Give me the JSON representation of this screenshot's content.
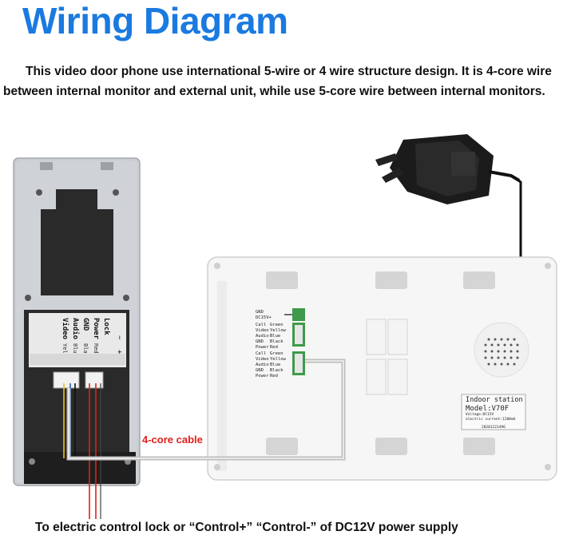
{
  "title": "Wiring Diagram",
  "intro": "This video door phone use international 5-wire or 4 wire structure design. It is 4-core wire between internal monitor and external unit, while use 5-core wire between internal monitors.",
  "cable_label": "4-core cable",
  "caption": "To electric control lock or “Control+” “Control-” of DC12V power supply",
  "outdoor_unit": {
    "terminal_labels": [
      "Lock",
      "Power",
      "GND",
      "Audio",
      "Video"
    ],
    "lock_polarity": [
      "−",
      "+"
    ],
    "wire_colors": [
      "Red",
      "Black",
      "Blue",
      "Yellow"
    ]
  },
  "indoor_unit": {
    "top_terminal_labels": [
      "GND",
      "DC15V+"
    ],
    "port1_labels": [
      "Call",
      "Video",
      "Audio",
      "GND",
      "Power"
    ],
    "port1_colors": [
      "Green",
      "Yellow",
      "Blue",
      "Black",
      "Red"
    ],
    "port2_labels": [
      "Call",
      "Video",
      "Audio",
      "GND",
      "Power"
    ],
    "port2_colors": [
      "Green",
      "Yellow",
      "Blue",
      "Black",
      "Red"
    ],
    "label_title": "Indoor station",
    "model": "Model:V70F",
    "voltage_line": "Voltage:DC15V",
    "current_line": "electric current:1200mA",
    "serial": "20201221496"
  },
  "colors": {
    "title": "#1a7ae0",
    "cable": "#e0201c",
    "outdoor_panel": "#c9ccd1",
    "indoor_panel": "#f6f6f6"
  }
}
